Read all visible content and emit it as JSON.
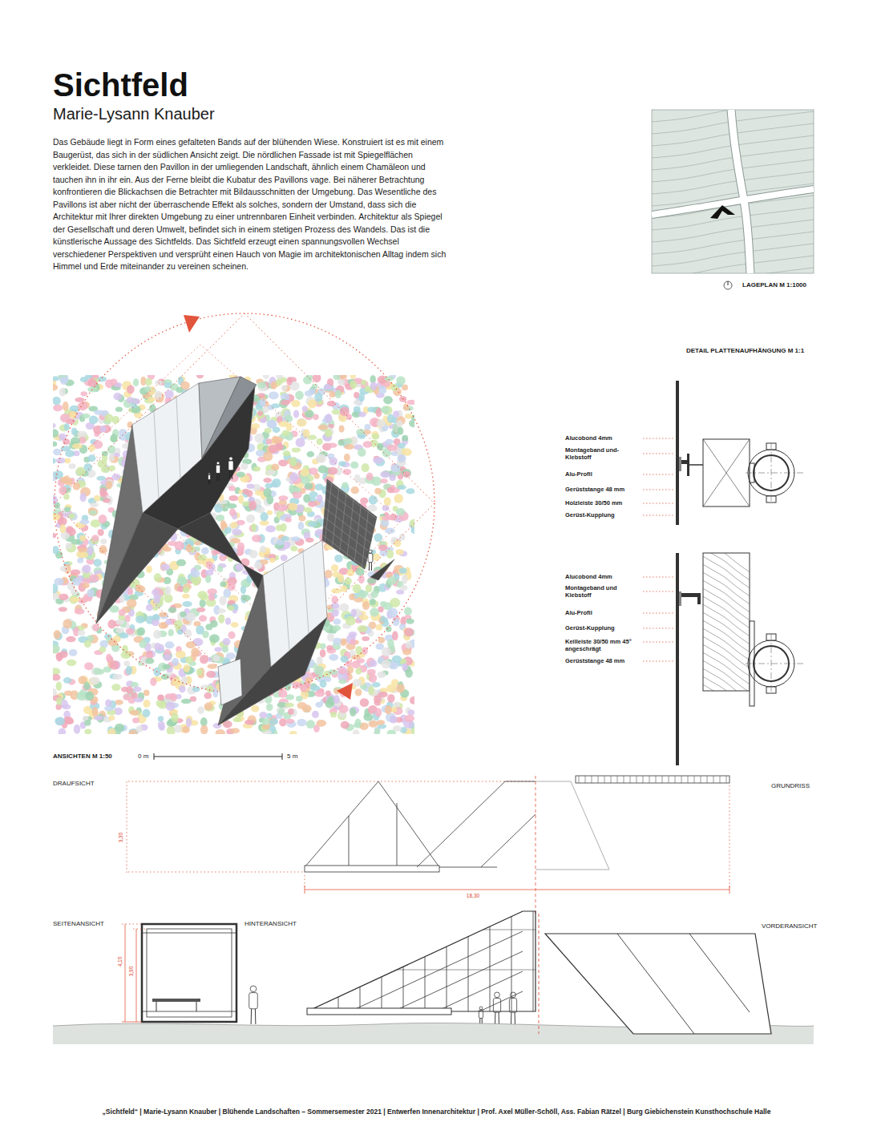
{
  "diagram": {
    "title": "Sichtfeld",
    "caption": "„Sichtfeld“ | Marie-Lysann Knauber | Blühende Landschaften – Sommersemester 2021 | Entwerfen Innenarchitektur | Prof. Axel Müller-Schöll, Ass. Fabian Rätzel | Burg Giebichenstein Kunsthochschule Halle",
    "labels": [
      "Marie-Lysann Knauber",
      "Das Gebäude liegt in Form eines gefalteten Bands auf der blühenden Wiese. Konstruiert ist es mit einem Baugerüst, das sich in der südlichen Ansicht zeigt. Die nördlichen Fassade ist mit Spiegelflächen verkleidet. Diese tarnen den Pavillon in der umliegenden Landschaft, ähnlich einem Chamäleon und tauchen ihn in ihr ein. Aus der Ferne bleibt die Kubatur des Pavillons vage. Bei näherer Betrachtung konfrontieren die Blickachsen die Betrachter mit Bildausschnitten der Umgebung. Das Wesentliche des Pavillons ist aber nicht der überraschende Effekt als solches, sondern der Umstand, dass sich die Architektur mit Ihrer direkten Umgebung zu einer untrennbaren Einheit verbinden. Architektur als Spiegel der Gesellschaft und deren Umwelt, befindet sich in einem stetigen Prozess des Wandels. Das ist die künstlerische Aussage des Sichtfelds. Das Sichtfeld erzeugt einen spannungsvollen Wechsel verschiedener Perspektiven und versprüht einen Hauch von Magie im architektonischen Alltag indem sich Himmel und Erde miteinander zu vereinen scheinen.",
      "LAGEPLAN M 1:1000",
      "DETAIL PLATTENAUFHÄNGUNG M 1:1",
      "Alucobond 4mm",
      "Montageband und- Klebstoff",
      "Alu-Profil",
      "Gerüststange 48 mm",
      "Holzleiste 30/50 mm",
      "Gerüst-Kupplung",
      "Alucobond 4mm",
      "Montageband und Klebstoff",
      "Alu-Profil",
      "Gerüst-Kupplung",
      "Keilleiste 30/50 mm 45° angeschrägt",
      "Gerüststange 48 mm",
      "ANSICHTEN M 1:50",
      "0 m",
      "5 m",
      "DRAUFSICHT",
      "GRUNDRISS",
      "3,30",
      "18,30",
      "SEITENANSICHT",
      "HINTERANSICHT",
      "VORDERANSICHT",
      "4,10",
      "3,90"
    ]
  }
}
